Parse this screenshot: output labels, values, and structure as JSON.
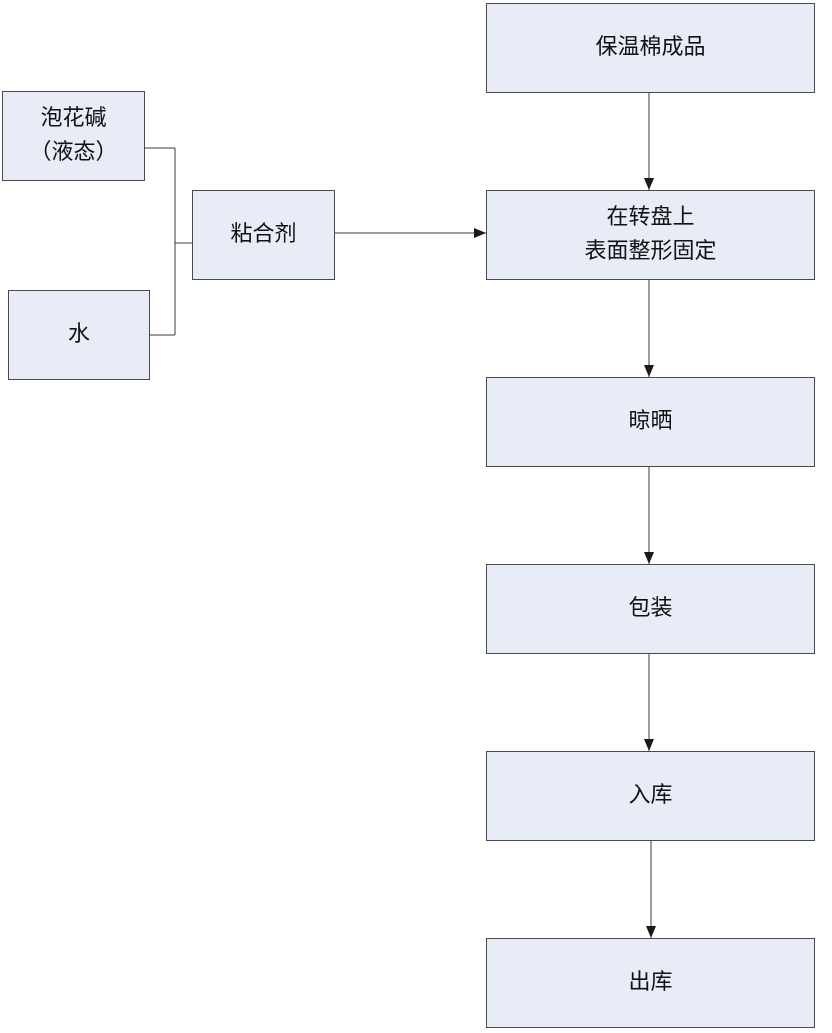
{
  "nodes": {
    "soda": {
      "line1": "泡花碱",
      "line2": "（液态）"
    },
    "water": {
      "label": "水"
    },
    "binder": {
      "label": "粘合剂"
    },
    "product": {
      "label": "保温棉成品"
    },
    "shaping": {
      "line1": "在转盘上",
      "line2": "表面整形固定"
    },
    "drying": {
      "label": "晾晒"
    },
    "packing": {
      "label": "包装"
    },
    "storage": {
      "label": "入库"
    },
    "outbound": {
      "label": "出库"
    }
  },
  "colors": {
    "box_fill": "#E8ECF6",
    "box_border": "#4A4A4A",
    "line": "#3A3A3A",
    "text": "#111111"
  }
}
